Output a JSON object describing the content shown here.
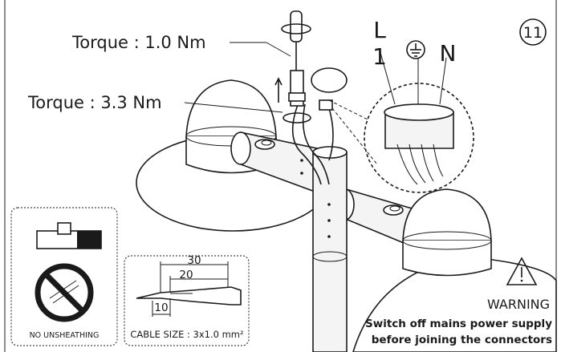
{
  "step_number": "11",
  "torque_top": "Torque : 1.0 Nm",
  "torque_bottom": "Torque : 3.3 Nm",
  "terminals": {
    "live_letter": "L",
    "live_number": "1",
    "neutral": "N"
  },
  "no_unsheathing": "NO UNSHEATHING",
  "cable": {
    "size_label": "CABLE SIZE : 3x1.0 mm²",
    "dim_outer": "30",
    "dim_middle": "20",
    "dim_inner": "10"
  },
  "warning": {
    "title": "WARNING",
    "line1": "Switch off mains power supply",
    "line2": "before joining the connectors"
  },
  "colors": {
    "ink": "#1a1a1a",
    "background": "#ffffff"
  }
}
